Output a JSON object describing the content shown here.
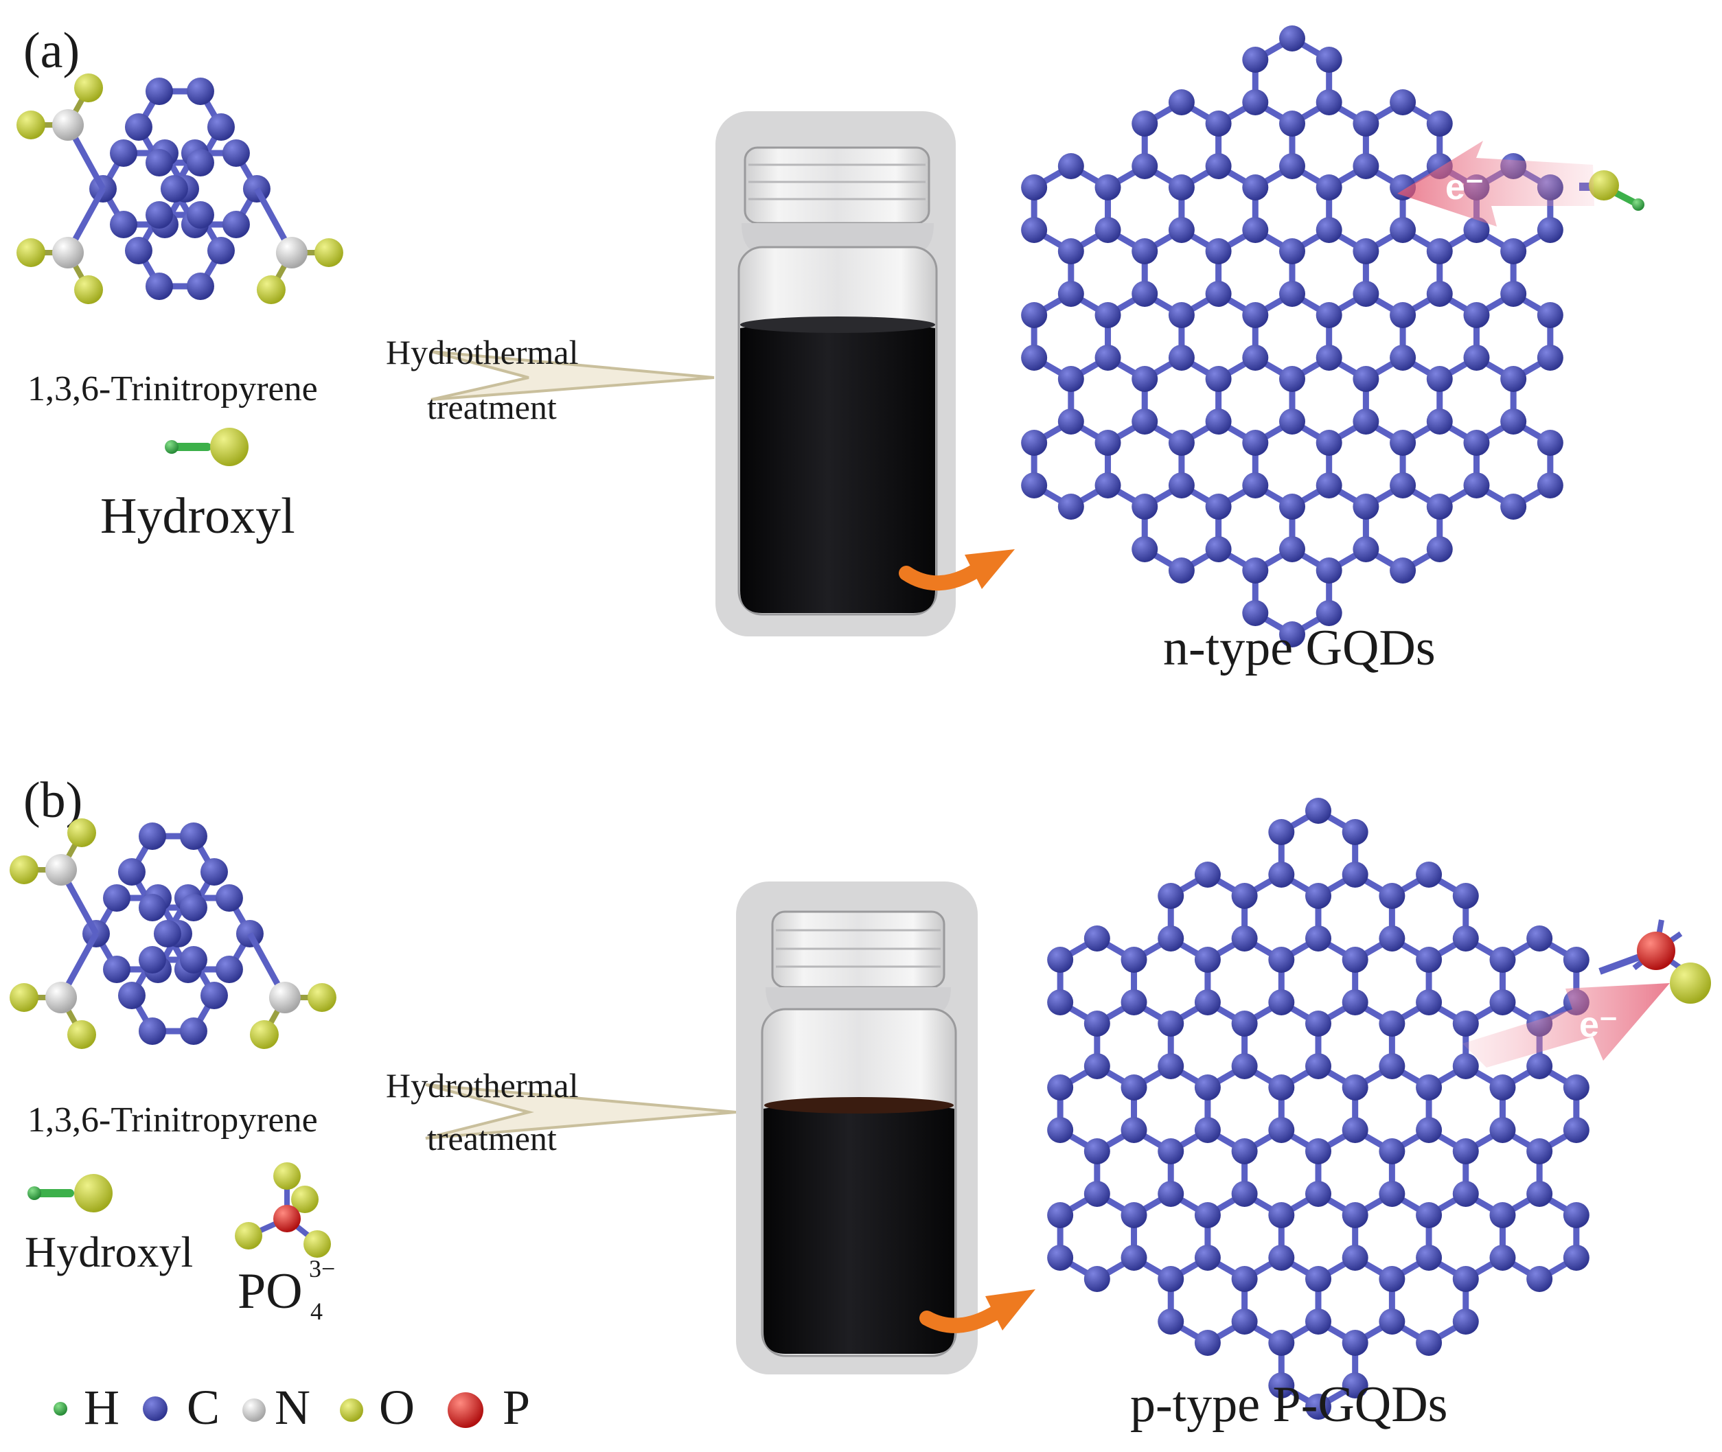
{
  "panel_a": {
    "label": "(a)",
    "precursor_label": "1,3,6-Trinitropyrene",
    "reagent_label": "Hydroxyl",
    "process_line1": "Hydrothermal",
    "process_line2": "treatment",
    "electron_label": "e⁻",
    "product_label": "n-type GQDs"
  },
  "panel_b": {
    "label": "(b)",
    "precursor_label": "1,3,6-Trinitropyrene",
    "reagent_label": "Hydroxyl",
    "phosphate_main": "PO",
    "phosphate_sub": "4",
    "phosphate_sup": "3−",
    "process_line1": "Hydrothermal",
    "process_line2": "treatment",
    "electron_label": "e⁻",
    "product_label": "p-type P-GQDs"
  },
  "legend": [
    {
      "symbol": "H",
      "color": "#3cb04a"
    },
    {
      "symbol": "C",
      "color": "#3d44a8"
    },
    {
      "symbol": "N",
      "color": "#cfcfcf"
    },
    {
      "symbol": "O",
      "color": "#c2cc2e"
    },
    {
      "symbol": "P",
      "color": "#dd2020"
    }
  ],
  "colors": {
    "carbon": "#3d44a8",
    "bond": "#5a60c4",
    "nitrogen": "#cfcfcf",
    "oxygen": "#c2cc2e",
    "hydrogen": "#3cb04a",
    "phosphorus": "#dd2020",
    "liquid": "#141416",
    "arrow_orange": "#ee7a20",
    "electron_arrow": "#e4566e",
    "process_arrow": "#e8dfc8"
  }
}
